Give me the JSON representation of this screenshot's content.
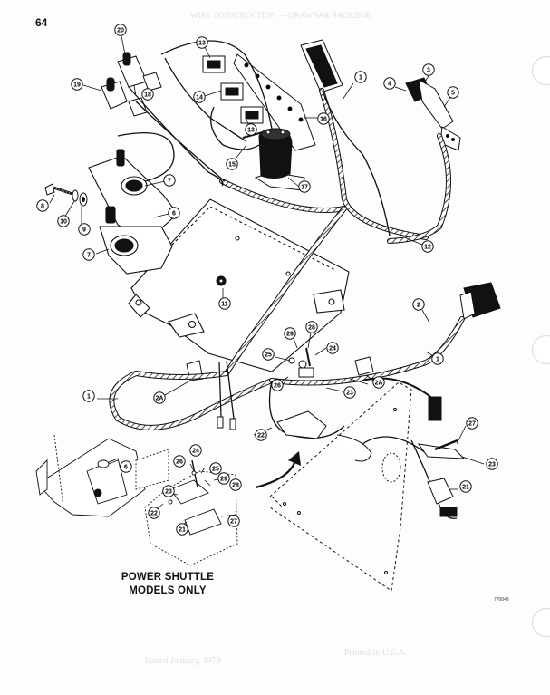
{
  "page": {
    "number": "64",
    "caption": [
      "POWER SHUTTLE",
      "MODELS ONLY"
    ],
    "figure_code": "770043",
    "bleed_through": {
      "top": "WIRE CONSTRUCTION — DRAWBAR BACKHOE",
      "bottom_right": "Printed in U.S.A.",
      "bottom_left": "Issued January, 1978"
    }
  },
  "callouts": [
    {
      "id": "c1a",
      "label": "1"
    },
    {
      "id": "c1b",
      "label": "1"
    },
    {
      "id": "c1c",
      "label": "1"
    },
    {
      "id": "c2",
      "label": "2"
    },
    {
      "id": "c2a",
      "label": "2A"
    },
    {
      "id": "c2b",
      "label": "2A"
    },
    {
      "id": "c3",
      "label": "3"
    },
    {
      "id": "c4",
      "label": "4"
    },
    {
      "id": "c5",
      "label": "5"
    },
    {
      "id": "c6a",
      "label": "6"
    },
    {
      "id": "c6b",
      "label": "6"
    },
    {
      "id": "c7a",
      "label": "7"
    },
    {
      "id": "c7b",
      "label": "7"
    },
    {
      "id": "c8",
      "label": "8"
    },
    {
      "id": "c9",
      "label": "9"
    },
    {
      "id": "c10",
      "label": "10"
    },
    {
      "id": "c11",
      "label": "11"
    },
    {
      "id": "c12",
      "label": "12"
    },
    {
      "id": "c13a",
      "label": "13"
    },
    {
      "id": "c13b",
      "label": "13"
    },
    {
      "id": "c14",
      "label": "14"
    },
    {
      "id": "c15",
      "label": "15"
    },
    {
      "id": "c16",
      "label": "16"
    },
    {
      "id": "c17",
      "label": "17"
    },
    {
      "id": "c18",
      "label": "18"
    },
    {
      "id": "c19",
      "label": "19"
    },
    {
      "id": "c20",
      "label": "20"
    },
    {
      "id": "c21a",
      "label": "21"
    },
    {
      "id": "c21b",
      "label": "21"
    },
    {
      "id": "c22a",
      "label": "22"
    },
    {
      "id": "c22b",
      "label": "22"
    },
    {
      "id": "c23a",
      "label": "23"
    },
    {
      "id": "c23b",
      "label": "23"
    },
    {
      "id": "c23c",
      "label": "23"
    },
    {
      "id": "c24a",
      "label": "24"
    },
    {
      "id": "c24b",
      "label": "24"
    },
    {
      "id": "c24c",
      "label": "24"
    },
    {
      "id": "c25a",
      "label": "25"
    },
    {
      "id": "c25b",
      "label": "25"
    },
    {
      "id": "c26a",
      "label": "26"
    },
    {
      "id": "c26b",
      "label": "26"
    },
    {
      "id": "c27a",
      "label": "27"
    },
    {
      "id": "c27b",
      "label": "27"
    },
    {
      "id": "c28a",
      "label": "28"
    },
    {
      "id": "c28b",
      "label": "28"
    },
    {
      "id": "c29a",
      "label": "29"
    },
    {
      "id": "c29b",
      "label": "29"
    }
  ]
}
